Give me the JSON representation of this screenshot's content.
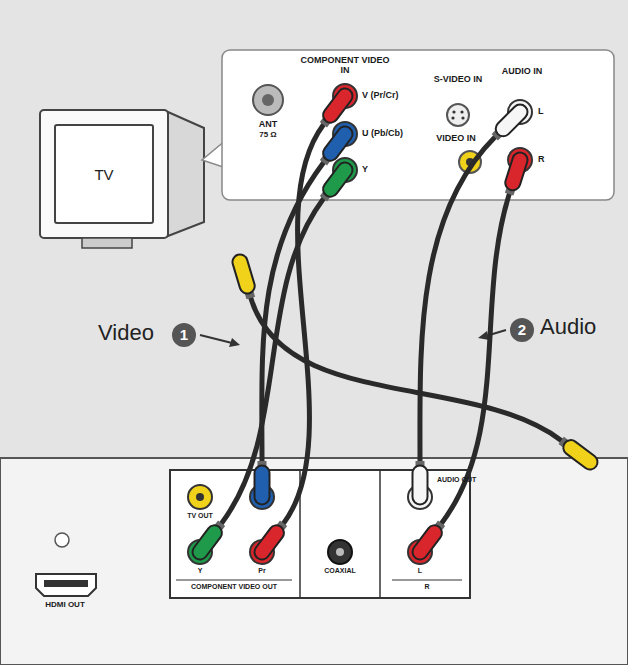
{
  "diagram": {
    "nodes": [
      {
        "text": [
          "TV"
        ]
      }
    ],
    "labels": [
      "COMPONENT VIDEO IN",
      "ANT",
      "75 Ω",
      "V (Pr/Cr)",
      "U (Pb/Cb)",
      "Y",
      "S-VIDEO IN",
      "AUDIO IN",
      "L",
      "R",
      "VIDEO IN",
      "Video",
      "1",
      "2",
      "Audio",
      "TV OUT",
      "HDMI OUT",
      "Y",
      "Pr",
      "COMPONENT VIDEO OUT",
      "COAXIAL",
      "L",
      "R",
      "AUDIO OUT"
    ]
  }
}
